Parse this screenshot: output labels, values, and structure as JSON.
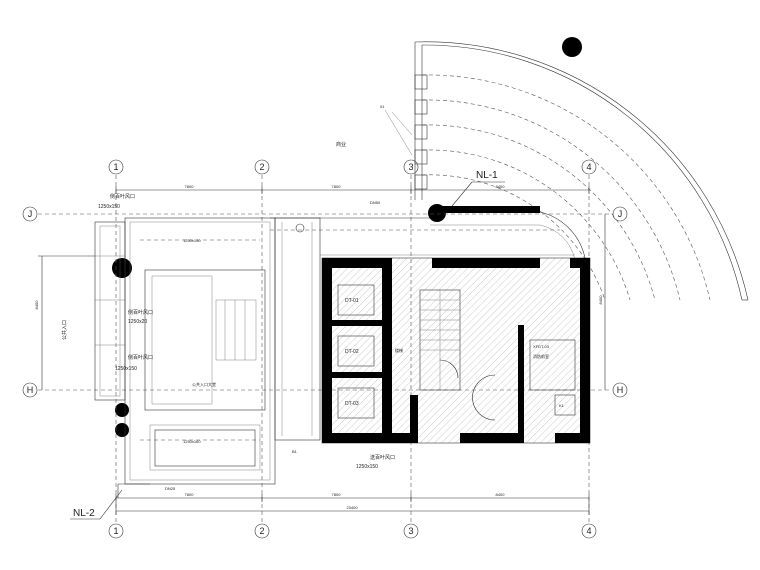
{
  "axes": {
    "vertical": [
      "1",
      "2",
      "3",
      "4"
    ],
    "horizontal": [
      "J",
      "H"
    ]
  },
  "dimensions": {
    "top": [
      "7800",
      "7800",
      "8400"
    ],
    "bottom": [
      "7800",
      "7800",
      "8400"
    ],
    "bottom_total": "23400",
    "left_side": "8400",
    "right_side": "8400"
  },
  "markers": {
    "nl1": "NL-1",
    "nl2": "NL-2"
  },
  "labels": {
    "top_commercial": "商业",
    "pipe_top": "DN50",
    "pipe_bottom": "DN25",
    "anno_01": "01",
    "anno_b1": "B1",
    "vent_tl": "侧百叶风口",
    "vent_tl_size": "1250x150",
    "duct_top": "1250x150",
    "vent_ml": "侧百叶风口",
    "vent_ml_size": "1250x20",
    "vent_ml2": "侧百叶风口",
    "vent_ml2_size": "1250x150",
    "duct_bottom": "1250x160",
    "vent_bottom": "送百叶风口",
    "vent_bottom_size": "1250x150",
    "public_entrance": "公共入口",
    "room_note": "公共入口大堂",
    "elev_1": "DT-01",
    "elev_2": "DT-02",
    "elev_3": "DT-03",
    "fire_elev": "XFDT-03",
    "small_note_1": "消防前室",
    "small_note_2": "楼梯",
    "tag_k1": "K1"
  }
}
